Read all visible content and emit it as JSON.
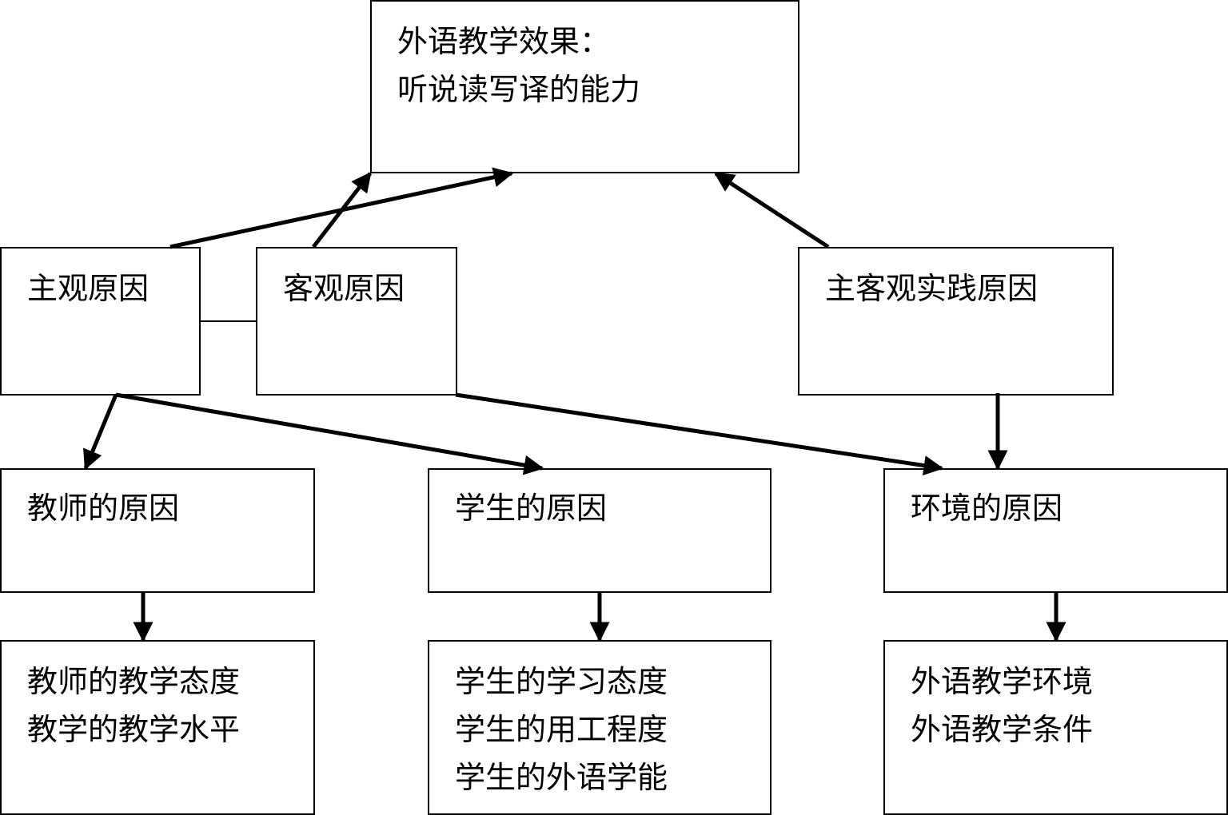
{
  "result": {
    "lines": [
      "外语教学效果：",
      "听说读写译的能力"
    ]
  },
  "causes": {
    "subjective": "主观原因",
    "objective": "客观原因",
    "practice": "主客观实践原因"
  },
  "factors": {
    "teacher": "教师的原因",
    "student": "学生的原因",
    "environment": "环境的原因"
  },
  "details": {
    "teacher": [
      "教师的教学态度",
      "教学的教学水平"
    ],
    "student": [
      "学生的学习态度",
      "学生的用工程度",
      "学生的外语学能"
    ],
    "environment": [
      "外语教学环境",
      "外语教学条件"
    ]
  }
}
